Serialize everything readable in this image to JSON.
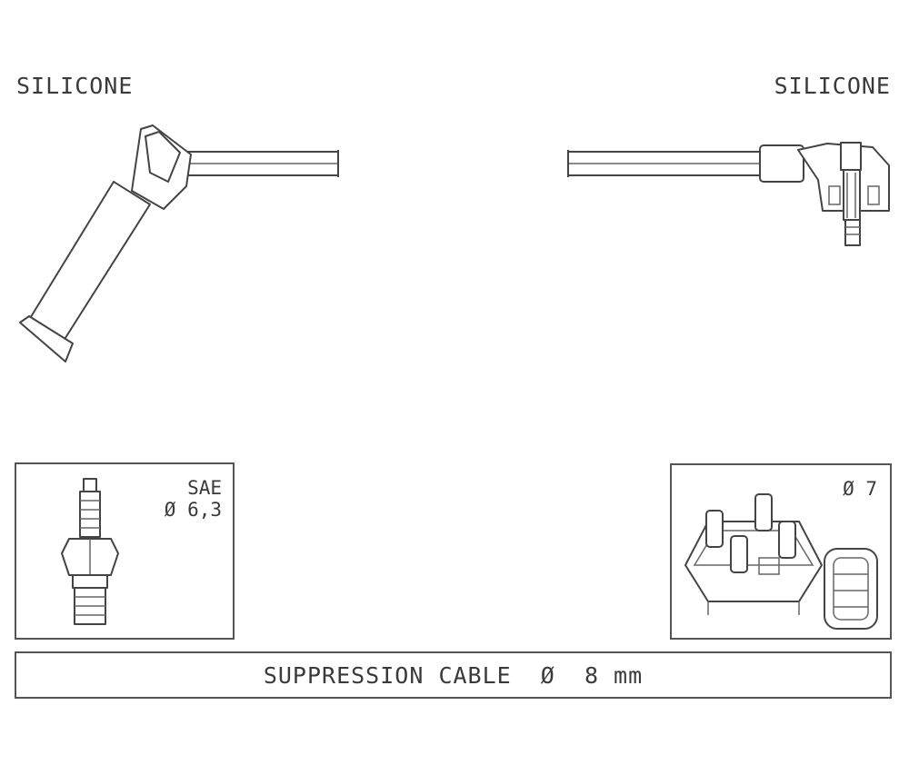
{
  "labels": {
    "left_material": "SILICONE",
    "right_material": "SILICONE"
  },
  "plug_box": {
    "standard": "SAE",
    "diameter": "Ø 6,3"
  },
  "coil_box": {
    "diameter": "Ø 7"
  },
  "cable": {
    "label": "SUPPRESSION CABLE  Ø  8 mm"
  },
  "icons": [
    "straight-boot-connector-icon",
    "angled-boot-connector-icon",
    "spark-plug-icon",
    "ignition-coil-icon",
    "coil-terminal-icon"
  ]
}
